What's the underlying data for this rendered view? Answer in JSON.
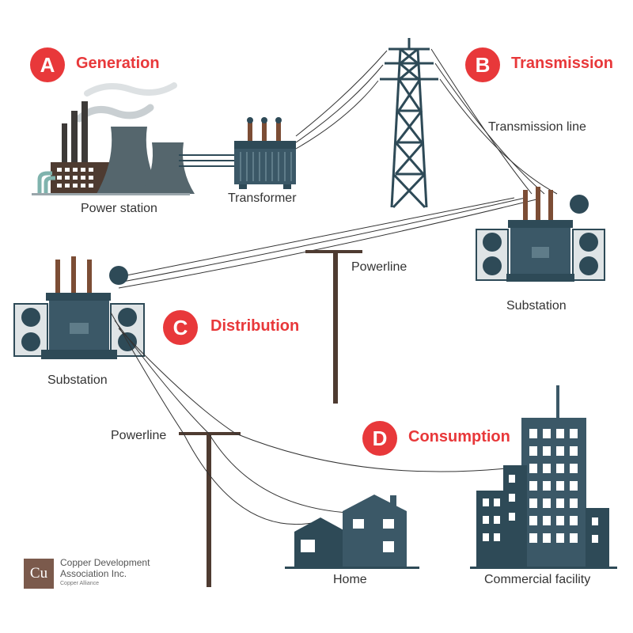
{
  "stages": [
    {
      "letter": "A",
      "title": "Generation"
    },
    {
      "letter": "B",
      "title": "Transmission"
    },
    {
      "letter": "C",
      "title": "Distribution"
    },
    {
      "letter": "D",
      "title": "Consumption"
    }
  ],
  "labels": {
    "power_station": "Power station",
    "transformer": "Transformer",
    "transmission_line": "Transmission line",
    "substation_right": "Substation",
    "powerline_upper": "Powerline",
    "substation_left": "Substation",
    "powerline_lower": "Powerline",
    "home": "Home",
    "commercial": "Commercial facility"
  },
  "logo": {
    "symbol": "Cu",
    "name": "Copper Development Association Inc.",
    "sub": "Copper Alliance"
  },
  "colors": {
    "accent": "#e8383a",
    "equipment": "#2e4a57",
    "building": "#3b5867",
    "pole": "#4e3b31",
    "logo": "#7b5a4c"
  }
}
